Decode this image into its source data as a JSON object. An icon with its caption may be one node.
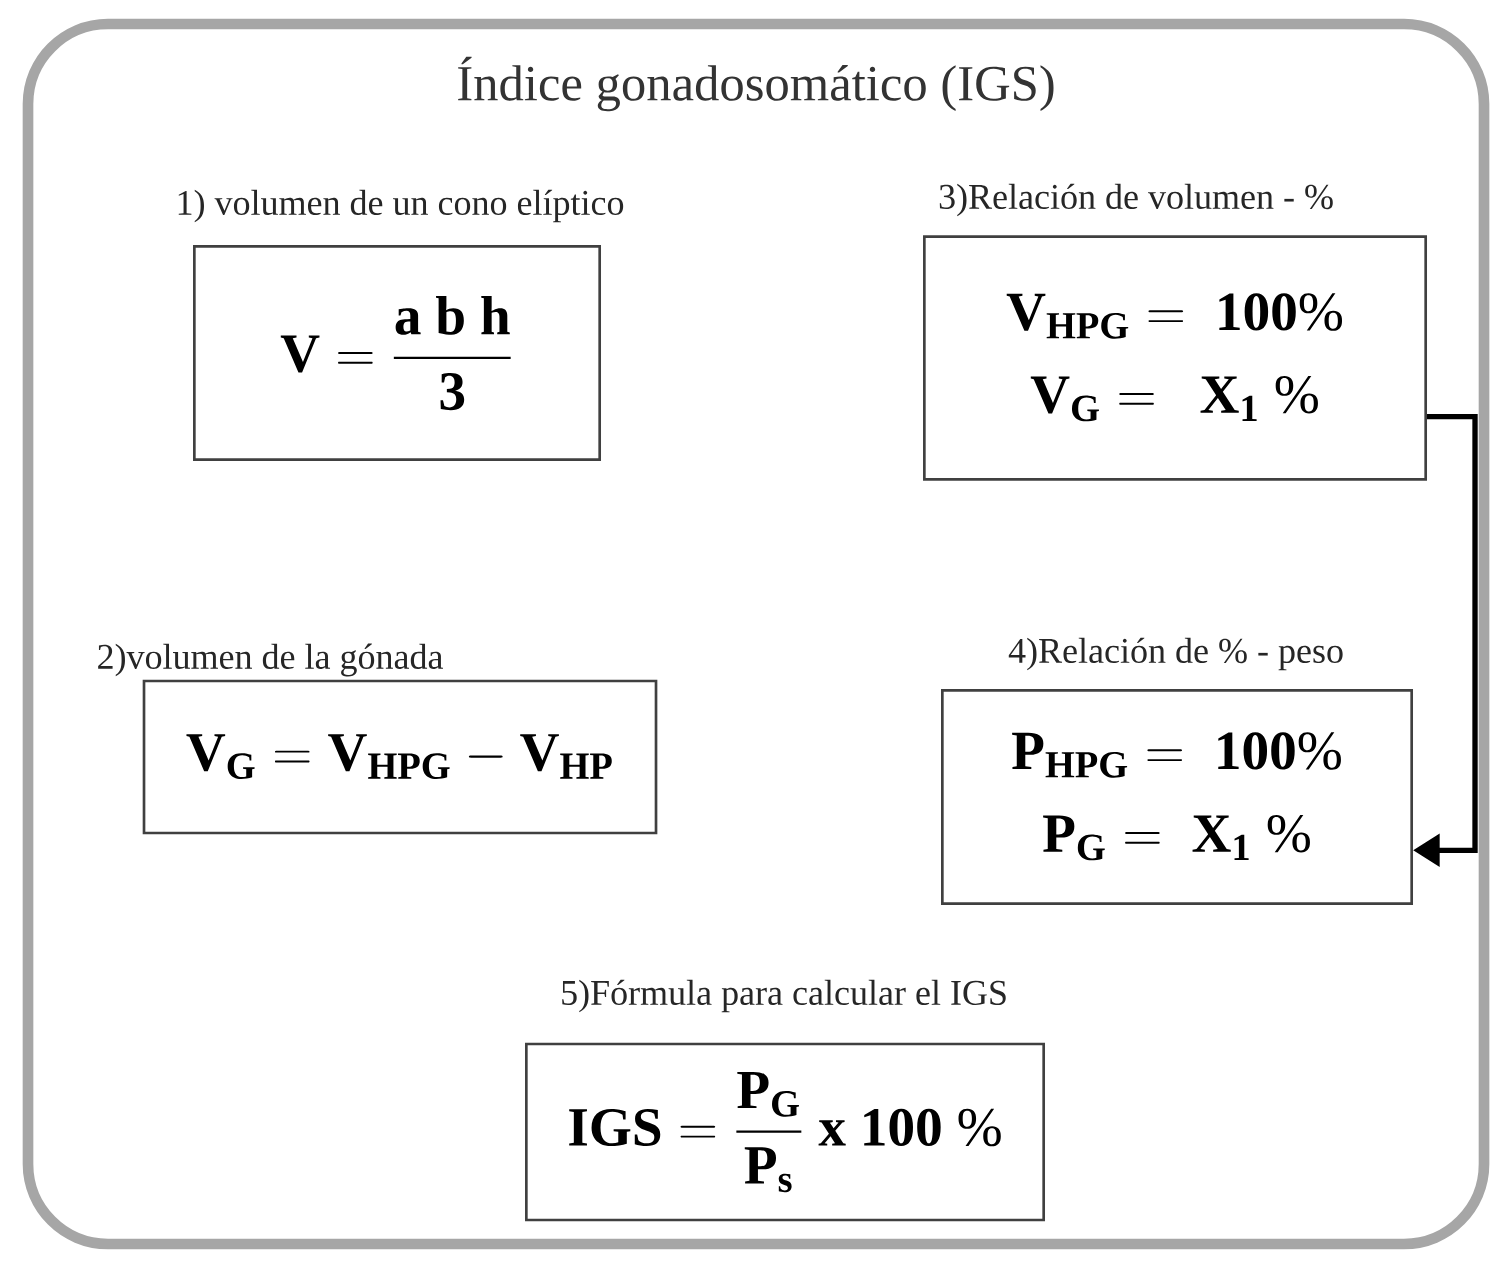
{
  "diagram": {
    "title": "Índice gonadosomático (IGS)",
    "nodes": [
      {
        "text": [
          "1) volumen de un cono elíptico",
          "\\mathbf{V}=\\frac{\\mathbf{a\\ b\\ h}}{\\mathbf{3}}"
        ]
      },
      {
        "text": [
          "2)volumen de la gónada",
          "\\mathbf{V_{G}= V_{HPG}- V_{HP}}"
        ]
      },
      {
        "text": [
          "3)Relación de volumen - %",
          "\\mathbf{V_{HPG}=\\ 100\\%}",
          "\\mathbf{V_{G}=\\ \\ X_{1}\\ \\%}"
        ]
      },
      {
        "text": [
          "4)Relación de % - peso",
          "\\mathbf{P_{HPG}=\\ 100\\%}",
          "\\mathbf{P_{G}=\\ X_{1}\\ \\%}"
        ]
      },
      {
        "text": [
          "5)Fórmula para calcular el IGS",
          "\\mathbf{IGS}=\\frac{\\mathbf{P_{G}}}{\\mathbf{P_{s}}}\\ \\mathbf{x\\ 100\\ \\%}"
        ]
      }
    ],
    "edges": [
      {
        "from": 2,
        "to": 3,
        "arrow": "to"
      }
    ]
  }
}
